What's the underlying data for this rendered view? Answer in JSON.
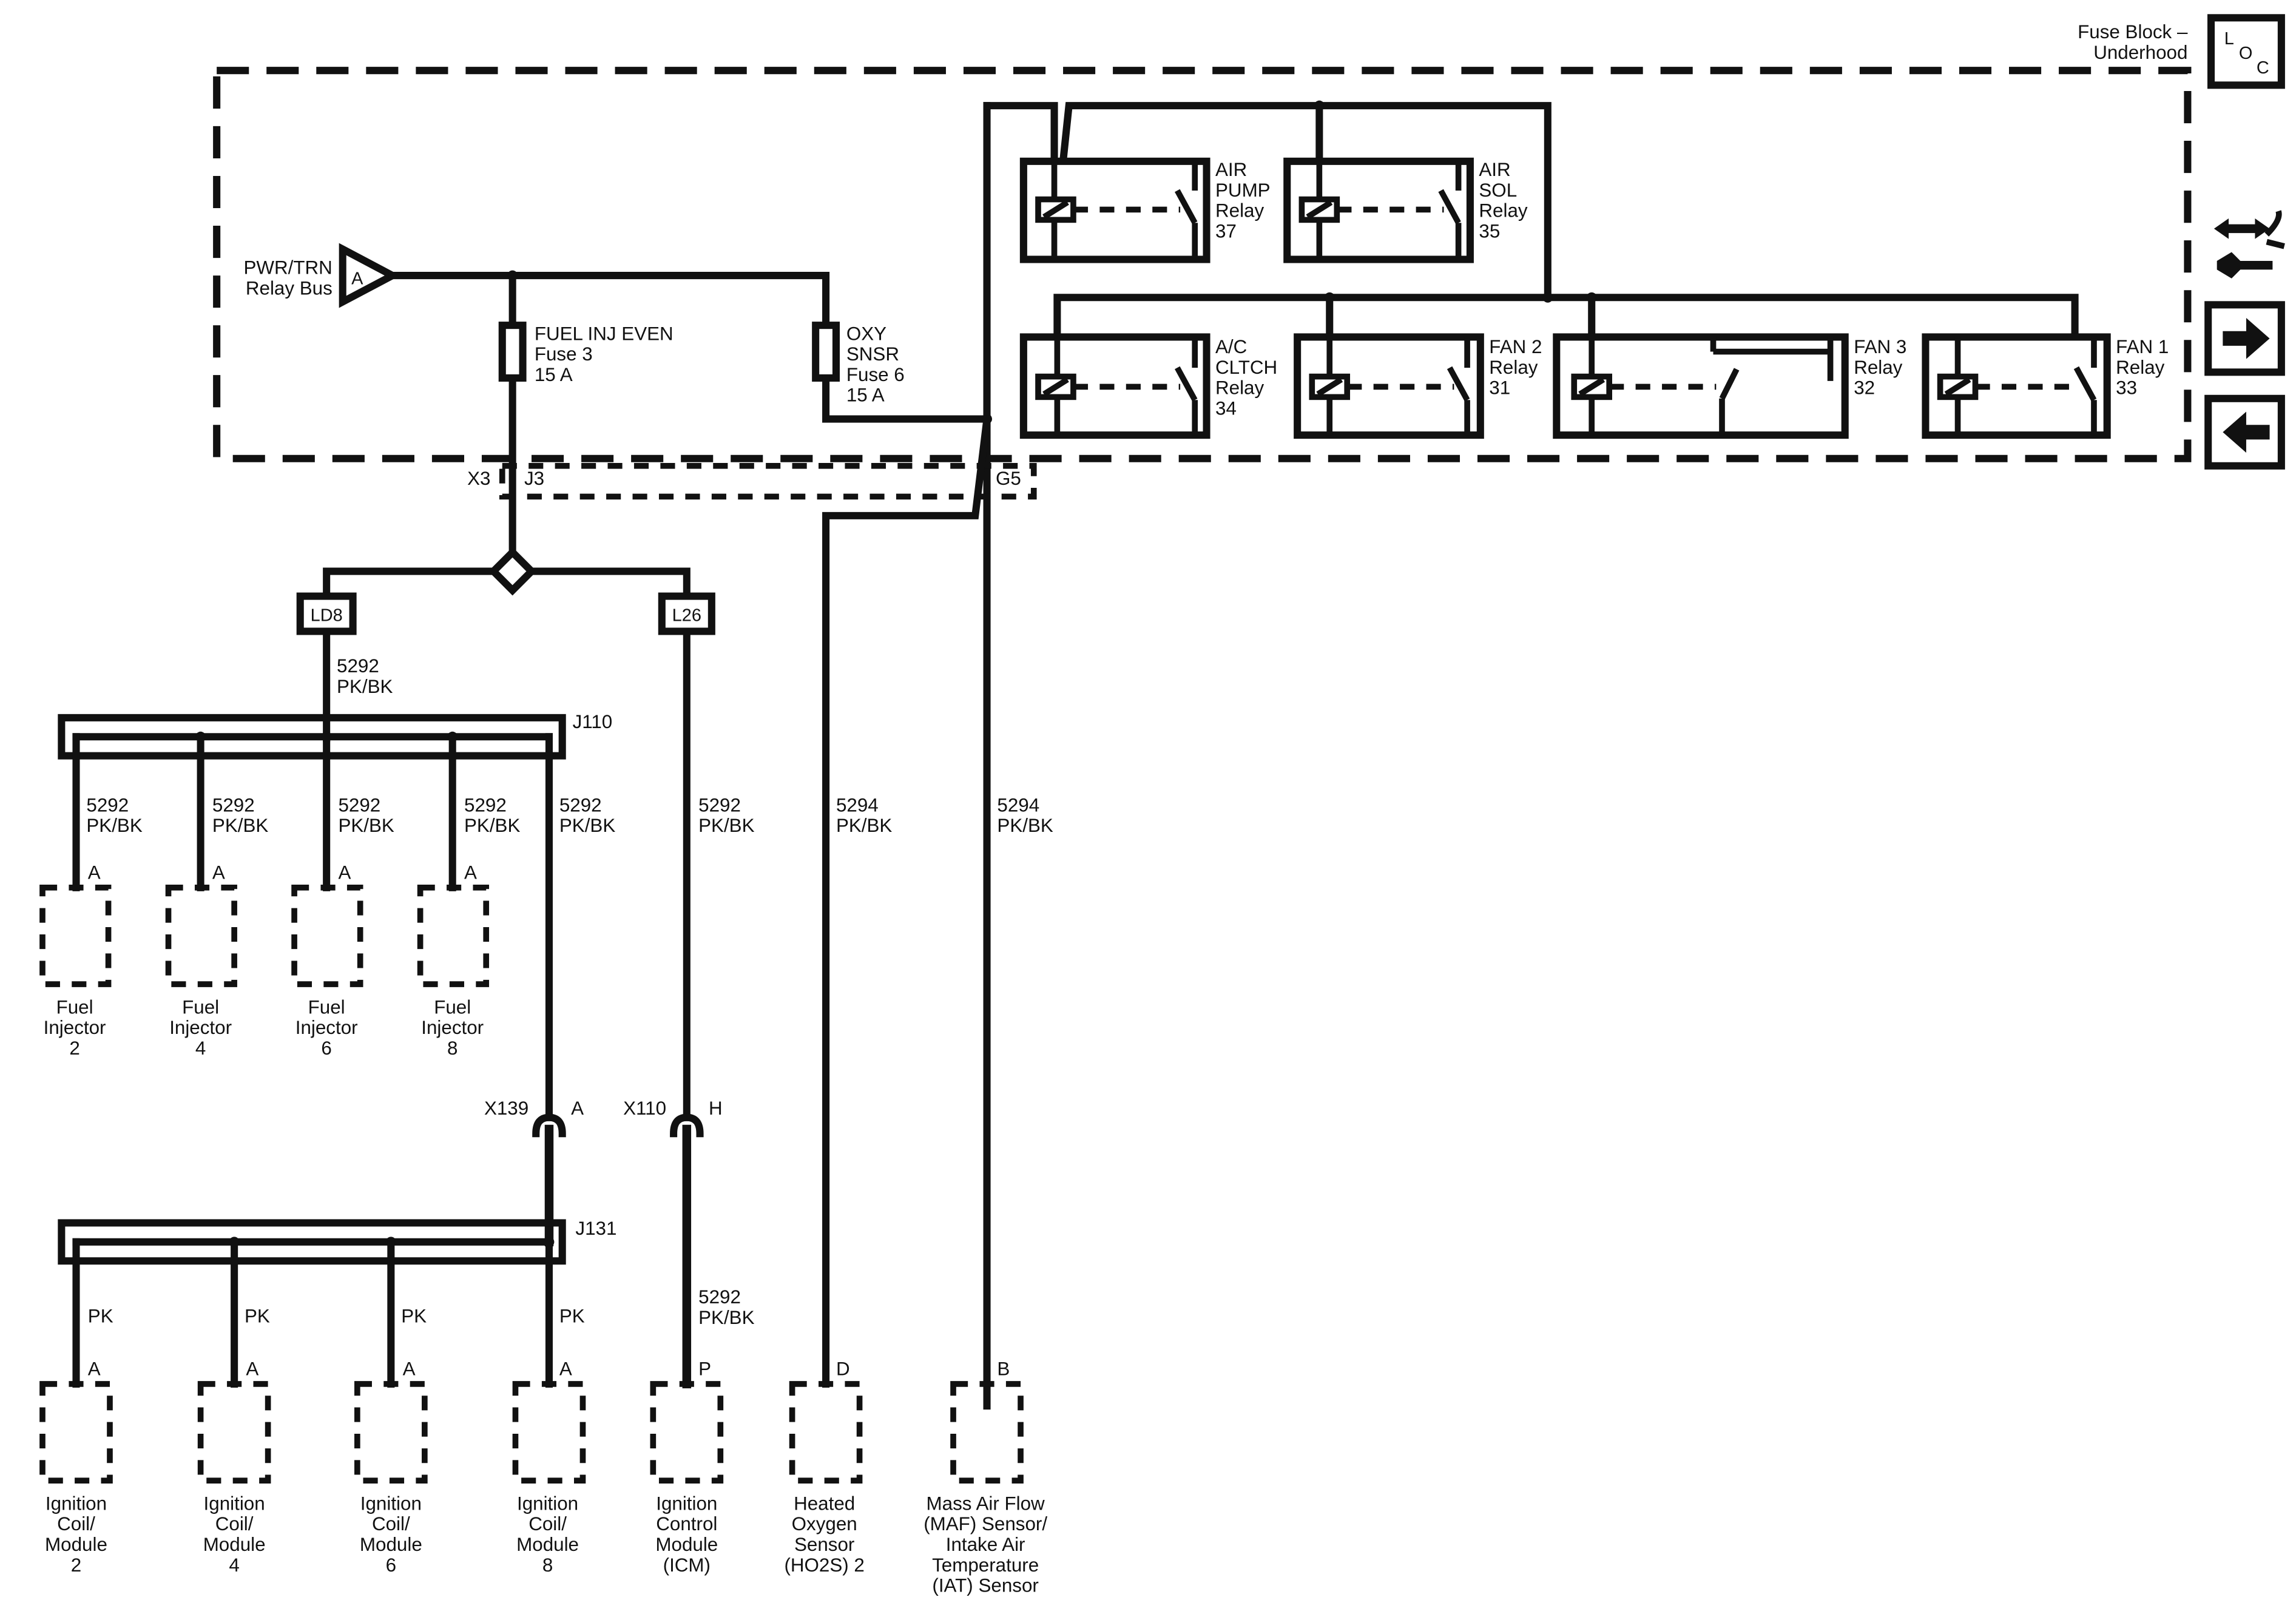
{
  "header": {
    "fuse_block_line1": "Fuse Block –",
    "fuse_block_line2": "Underhood",
    "loc_l": "L",
    "loc_o": "O",
    "loc_c": "C"
  },
  "bus": {
    "line1": "PWR/TRN",
    "line2": "Relay Bus",
    "connector": "A"
  },
  "fuses": {
    "fuel_inj": [
      "FUEL INJ EVEN",
      "Fuse 3",
      "15 A"
    ],
    "oxy": [
      "OXY",
      "SNSR",
      "Fuse 6",
      "15 A"
    ]
  },
  "relays": {
    "air_pump": [
      "AIR",
      "PUMP",
      "Relay",
      "37"
    ],
    "air_sol": [
      "AIR",
      "SOL",
      "Relay",
      "35"
    ],
    "ac_cltch": [
      "A/C",
      "CLTCH",
      "Relay",
      "34"
    ],
    "fan2": [
      "FAN 2",
      "Relay",
      "31"
    ],
    "fan3": [
      "FAN 3",
      "Relay",
      "32"
    ],
    "fan1": [
      "FAN 1",
      "Relay",
      "33"
    ]
  },
  "connectors": {
    "x3": "X3",
    "j3": "J3",
    "g5": "G5",
    "ld8": "LD8",
    "l26": "L26",
    "j110": "J110",
    "j131": "J131",
    "x139": "X139",
    "x139_pin": "A",
    "x110": "X110",
    "x110_pin": "H"
  },
  "wires": {
    "w5292": "5292",
    "pkbk": "PK/BK",
    "w5294": "5294",
    "pk": "PK"
  },
  "pins": {
    "a": "A",
    "p": "P",
    "d": "D",
    "b": "B"
  },
  "components": {
    "fuel_injector_2": [
      "Fuel",
      "Injector",
      "2"
    ],
    "fuel_injector_4": [
      "Fuel",
      "Injector",
      "4"
    ],
    "fuel_injector_6": [
      "Fuel",
      "Injector",
      "6"
    ],
    "fuel_injector_8": [
      "Fuel",
      "Injector",
      "8"
    ],
    "ign_coil_2": [
      "Ignition",
      "Coil/",
      "Module",
      "2"
    ],
    "ign_coil_4": [
      "Ignition",
      "Coil/",
      "Module",
      "4"
    ],
    "ign_coil_6": [
      "Ignition",
      "Coil/",
      "Module",
      "6"
    ],
    "ign_coil_8": [
      "Ignition",
      "Coil/",
      "Module",
      "8"
    ],
    "icm": [
      "Ignition",
      "Control",
      "Module",
      "(ICM)"
    ],
    "ho2s": [
      "Heated",
      "Oxygen",
      "Sensor",
      "(HO2S) 2"
    ],
    "maf": [
      "Mass Air Flow",
      "(MAF) Sensor/",
      "Intake Air",
      "Temperature",
      "(IAT) Sensor"
    ]
  },
  "nav": {
    "icons": [
      "service-tool-icon",
      "arrow-right-icon",
      "arrow-left-icon"
    ]
  }
}
